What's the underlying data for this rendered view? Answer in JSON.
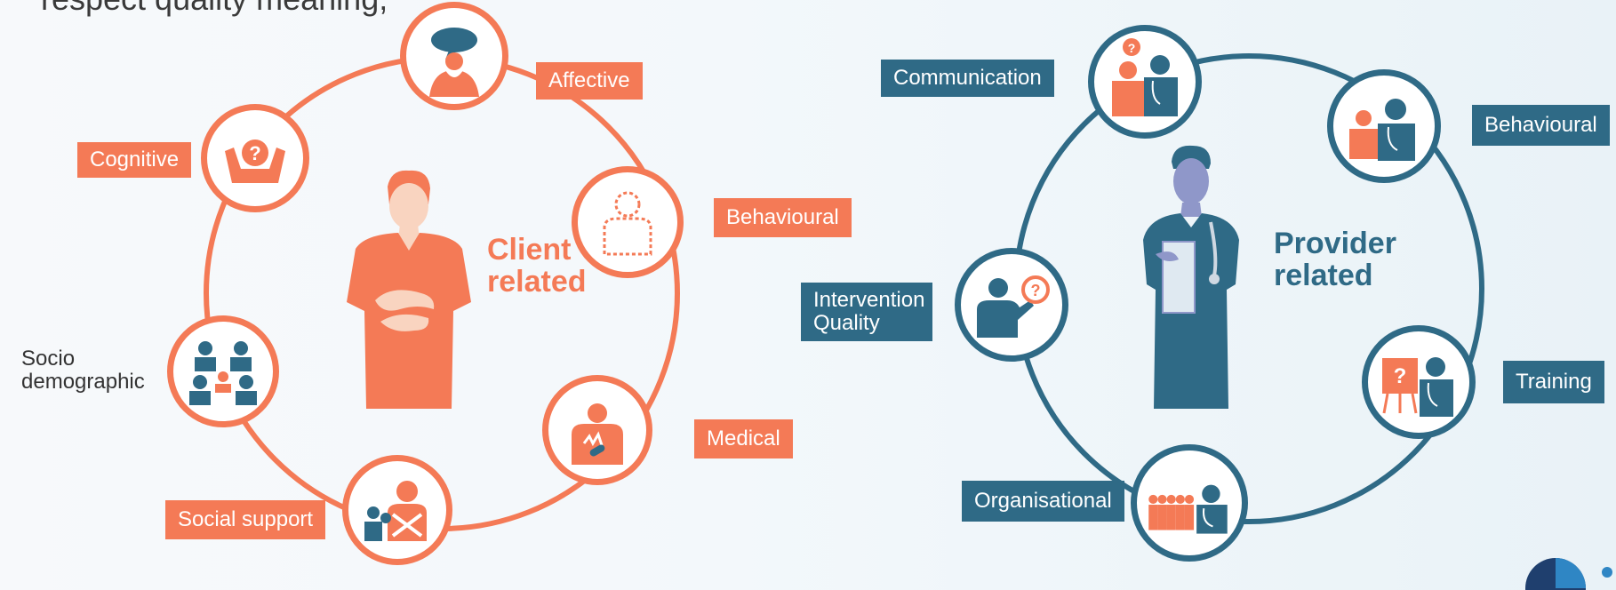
{
  "header_cut_text": "respect     quality       meaning,",
  "client": {
    "title_line1": "Client",
    "title_line2": "related",
    "accent": "#f47a56",
    "nodes": {
      "affective": "Affective",
      "cognitive": "Cognitive",
      "behavioural": "Behavioural",
      "socio_line1": "Socio",
      "socio_line2": "demographic",
      "medical": "Medical",
      "social_support": "Social support"
    }
  },
  "provider": {
    "title_line1": "Provider",
    "title_line2": "related",
    "accent": "#2f6a86",
    "nodes": {
      "communication": "Communication",
      "behavioural": "Behavioural",
      "intervention_line1": "Intervention",
      "intervention_line2": "Quality",
      "training": "Training",
      "organisational": "Organisational"
    }
  },
  "icons": [
    "speech-bubble-person-icon",
    "confused-person-icon",
    "person-outline-icon",
    "group-people-icon",
    "medical-pain-icon",
    "social-support-icon",
    "question-doctor-icon",
    "doctor-patient-icon",
    "question-magnifier-doctor-icon",
    "presentation-doctor-icon",
    "queue-doctor-icon",
    "nurse-icon",
    "patient-icon",
    "logo-icon"
  ]
}
